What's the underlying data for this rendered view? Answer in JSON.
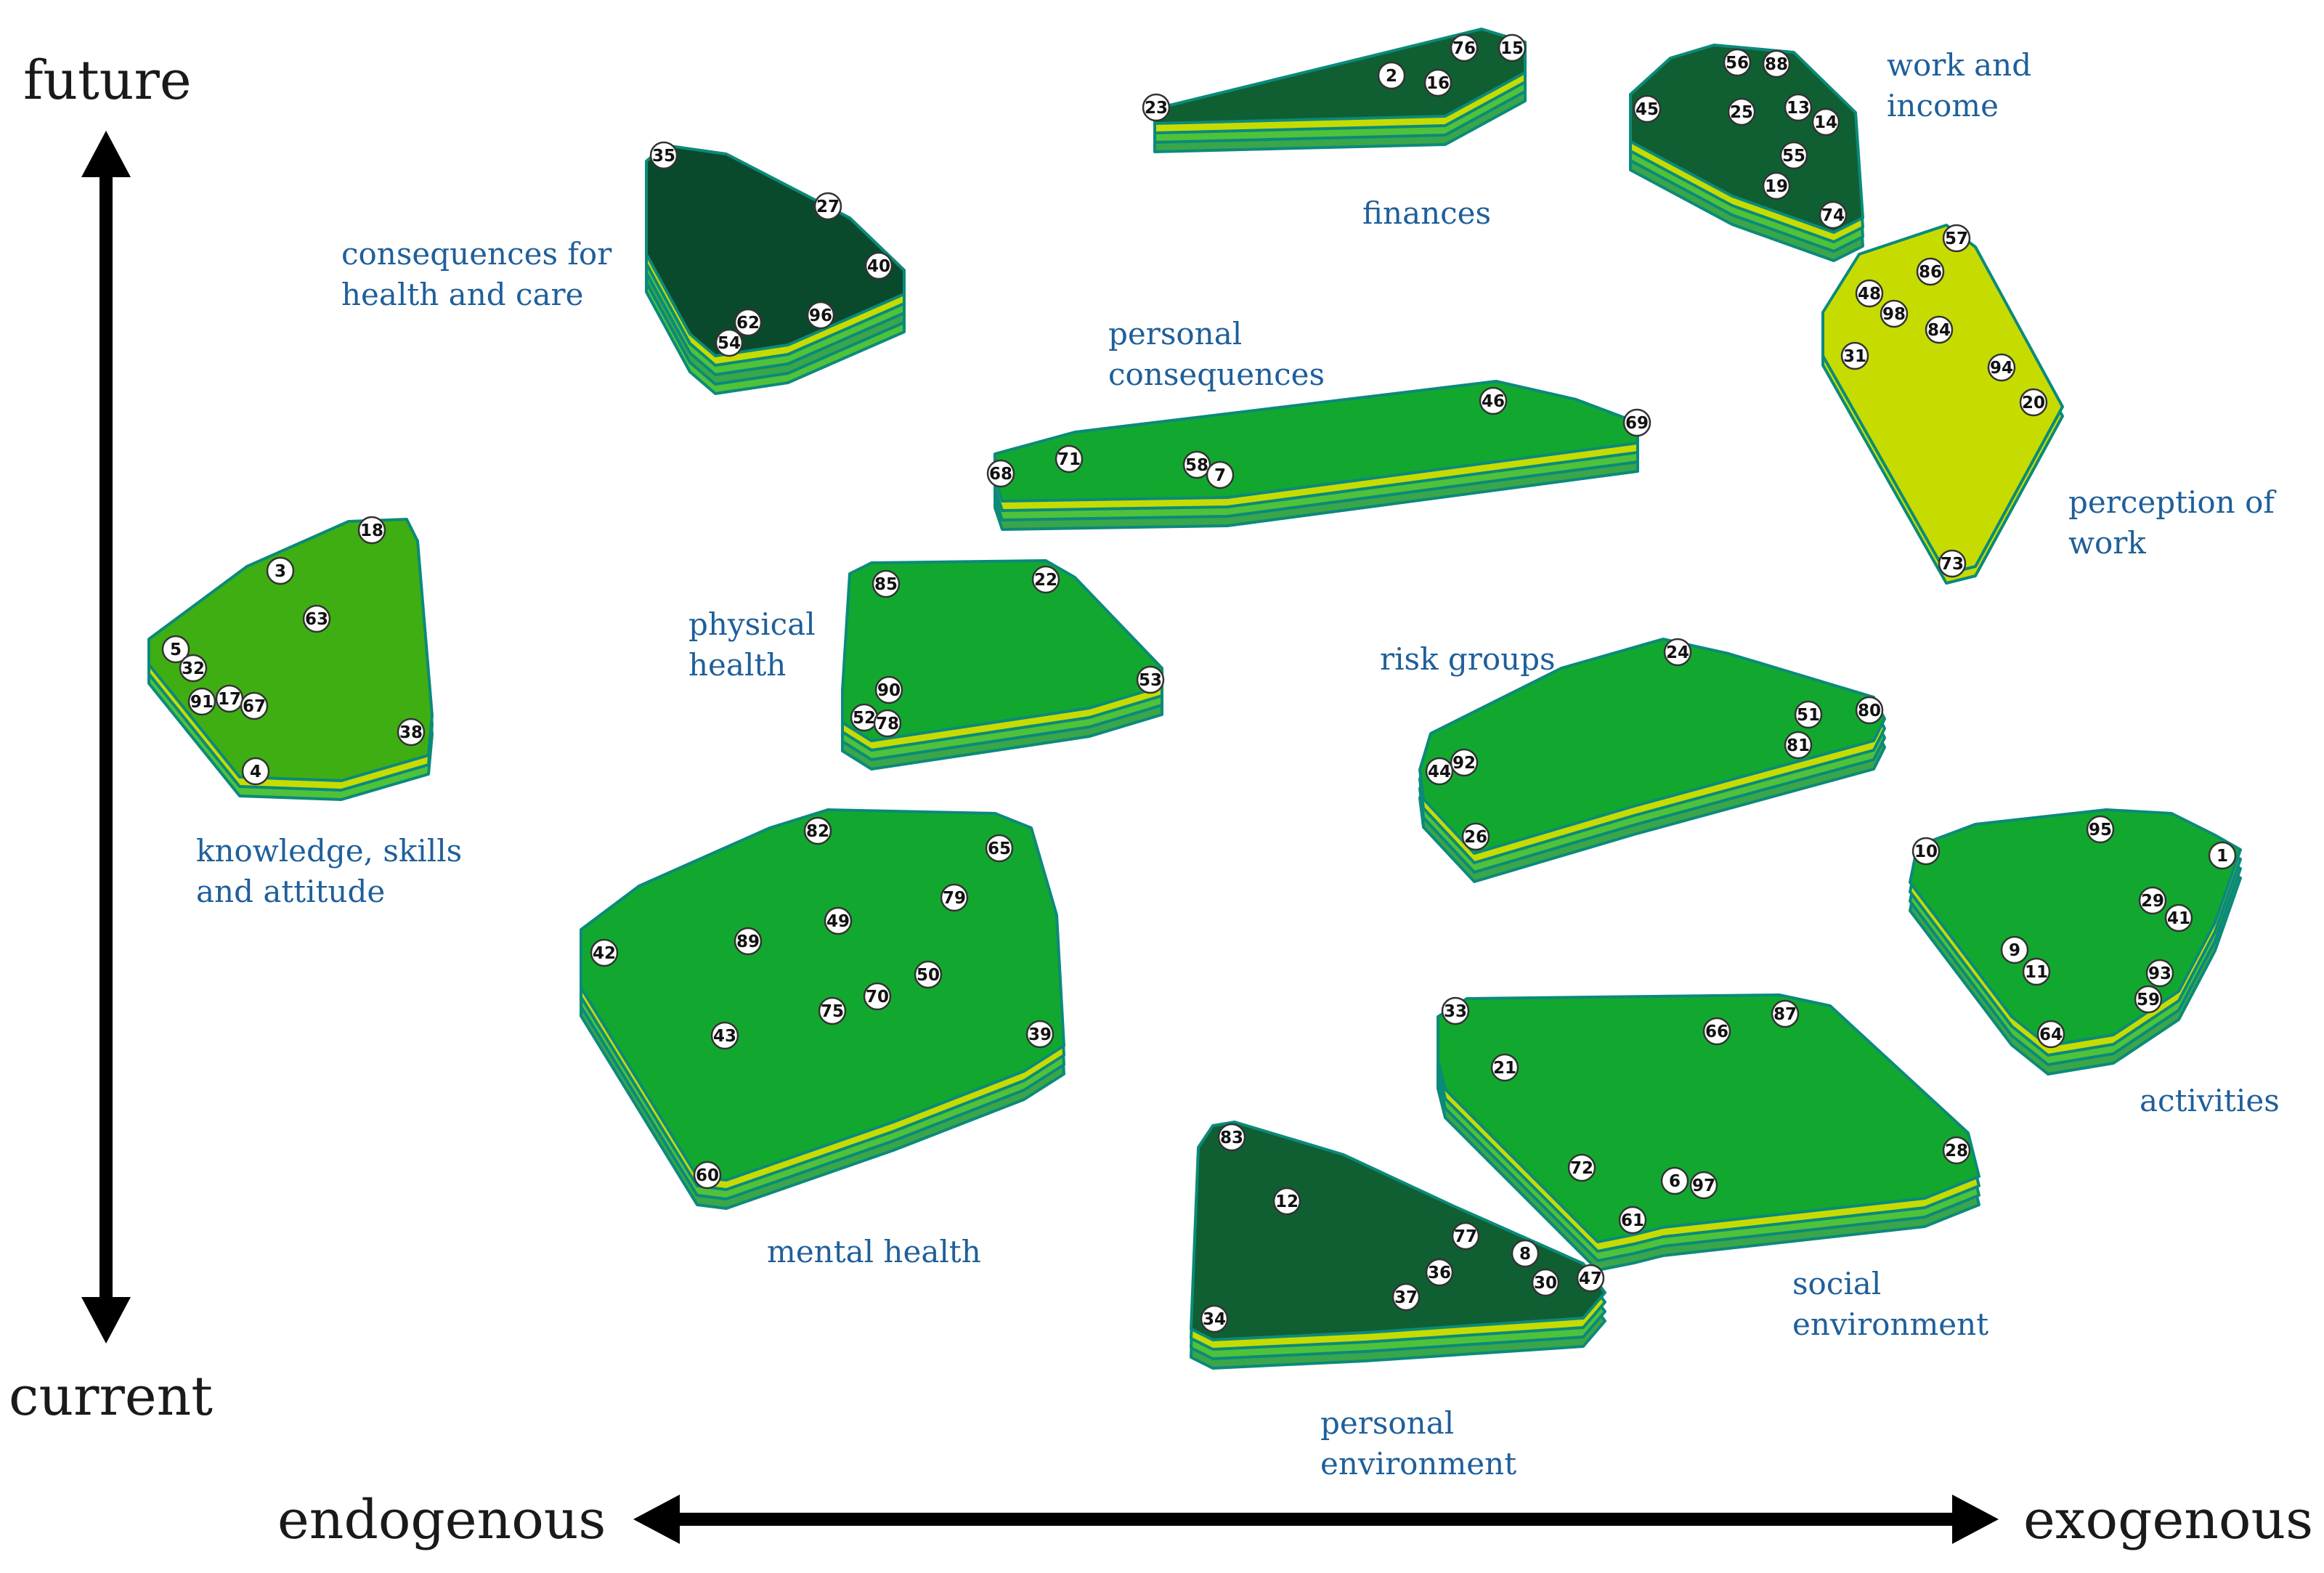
{
  "axes": {
    "top": "future",
    "bottom": "current",
    "left": "endogenous",
    "right": "exogenous"
  },
  "colors": {
    "axis": "#000000",
    "label_text": "#1f5f9a",
    "outline": "#0b8a7a",
    "layer_lime": "#c6dc00",
    "layer_green": "#4fc23a",
    "layer_mid": "#3aa64a",
    "cluster_dark": "#0a4a2c",
    "cluster_dark2": "#0f5f33",
    "cluster_green": "#12a82f",
    "cluster_grass": "#3fae12",
    "cluster_lime": "#c6dc00"
  },
  "clusters": [
    {
      "id": "finances",
      "lines": [
        "finances"
      ],
      "points": [
        "2",
        "16",
        "76",
        "15",
        "23"
      ]
    },
    {
      "id": "work-and-income",
      "lines": [
        "work and",
        "income"
      ],
      "points": [
        "56",
        "88",
        "45",
        "25",
        "13",
        "14",
        "55",
        "19",
        "74"
      ]
    },
    {
      "id": "consequences-for-health-and-care",
      "lines": [
        "consequences for",
        "health and care"
      ],
      "points": [
        "35",
        "27",
        "40",
        "96",
        "62",
        "54"
      ]
    },
    {
      "id": "personal-consequences",
      "lines": [
        "personal",
        "consequences"
      ],
      "points": [
        "46",
        "69",
        "71",
        "58",
        "7",
        "68"
      ]
    },
    {
      "id": "perception-of-work",
      "lines": [
        "perception of",
        "work"
      ],
      "points": [
        "57",
        "86",
        "48",
        "98",
        "84",
        "31",
        "94",
        "20",
        "73"
      ]
    },
    {
      "id": "knowledge-skills-and-attitude",
      "lines": [
        "knowledge, skills",
        "and attitude"
      ],
      "points": [
        "18",
        "3",
        "63",
        "5",
        "32",
        "91",
        "17",
        "67",
        "38",
        "4"
      ]
    },
    {
      "id": "physical-health",
      "lines": [
        "physical",
        "health"
      ],
      "points": [
        "85",
        "22",
        "53",
        "90",
        "52",
        "78"
      ]
    },
    {
      "id": "risk-groups",
      "lines": [
        "risk groups"
      ],
      "points": [
        "24",
        "51",
        "80",
        "81",
        "44",
        "92",
        "26"
      ]
    },
    {
      "id": "mental-health",
      "lines": [
        "mental health"
      ],
      "points": [
        "82",
        "65",
        "79",
        "42",
        "89",
        "49",
        "50",
        "75",
        "70",
        "43",
        "39",
        "60"
      ]
    },
    {
      "id": "activities",
      "lines": [
        "activities"
      ],
      "points": [
        "10",
        "95",
        "1",
        "29",
        "41",
        "9",
        "11",
        "93",
        "59",
        "64"
      ]
    },
    {
      "id": "social-environment",
      "lines": [
        "social",
        "environment"
      ],
      "points": [
        "33",
        "66",
        "87",
        "21",
        "72",
        "6",
        "97",
        "28",
        "61"
      ]
    },
    {
      "id": "personal-environment",
      "lines": [
        "personal",
        "environment"
      ],
      "points": [
        "83",
        "12",
        "77",
        "8",
        "36",
        "30",
        "47",
        "37",
        "34"
      ]
    }
  ]
}
